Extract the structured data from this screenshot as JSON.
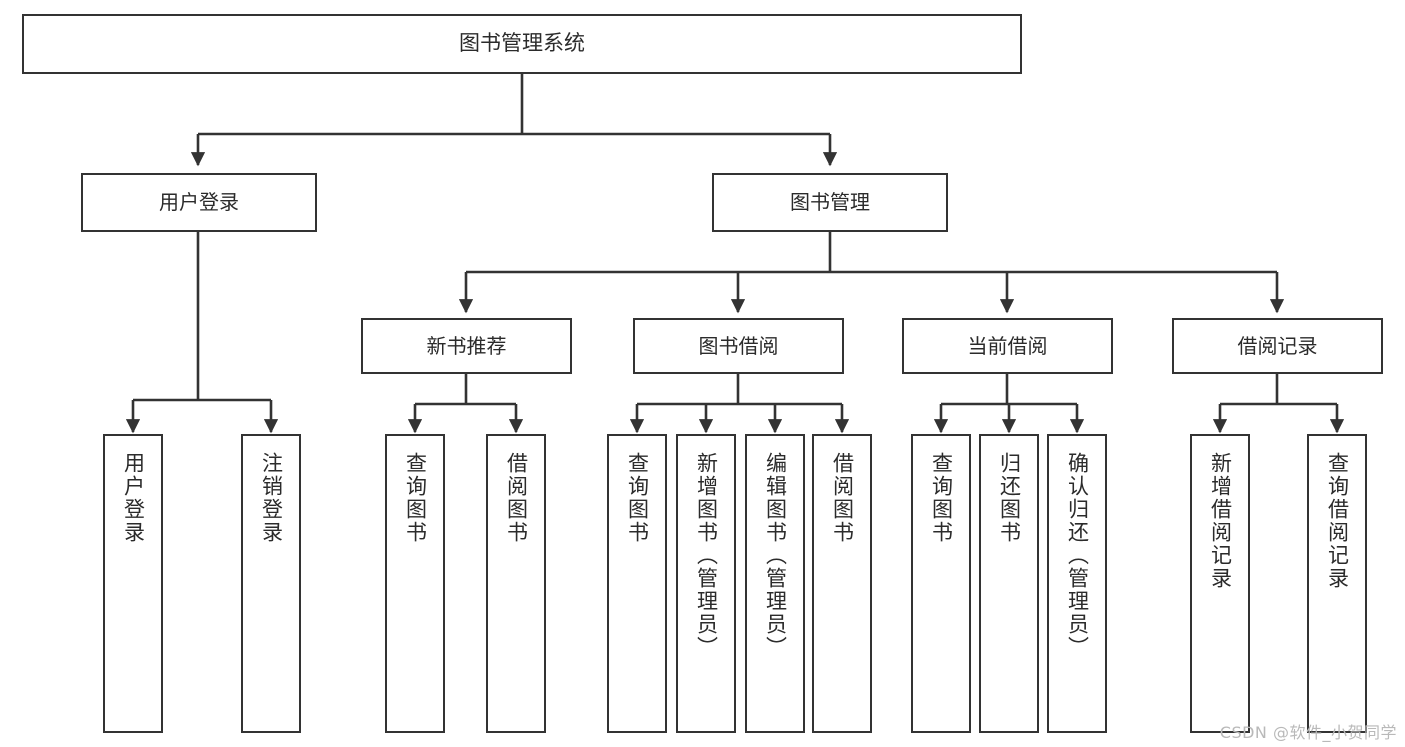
{
  "diagram": {
    "title": "图书管理系统",
    "type": "tree",
    "watermark": "CSDN @软件_小贺同学",
    "colors": {
      "box_border": "#333333",
      "box_fill": "#ffffff",
      "text": "#2b2b2b",
      "connector": "#333333",
      "watermark": "#b9b9b9",
      "background": "#ffffff"
    },
    "nodes": {
      "root": {
        "label": "图书管理系统",
        "level": 1
      },
      "user_login": {
        "label": "用户登录",
        "level": 2
      },
      "book_manage": {
        "label": "图书管理",
        "level": 2
      },
      "new_book_rec": {
        "label": "新书推荐",
        "level": 3
      },
      "book_borrow": {
        "label": "图书借阅",
        "level": 3
      },
      "current_borrow": {
        "label": "当前借阅",
        "level": 3
      },
      "borrow_record": {
        "label": "借阅记录",
        "level": 3
      },
      "leaf_user_login": {
        "label": "用户登录",
        "level": 4
      },
      "leaf_logout": {
        "label": "注销登录",
        "level": 4
      },
      "leaf_query_book_1": {
        "label": "查询图书",
        "level": 4
      },
      "leaf_borrow_book_1": {
        "label": "借阅图书",
        "level": 4
      },
      "leaf_query_book_2": {
        "label": "查询图书",
        "level": 4
      },
      "leaf_add_book": {
        "label": "新增图书（管理员）",
        "level": 4
      },
      "leaf_edit_book": {
        "label": "编辑图书（管理员）",
        "level": 4
      },
      "leaf_borrow_book_2": {
        "label": "借阅图书",
        "level": 4
      },
      "leaf_query_book_3": {
        "label": "查询图书",
        "level": 4
      },
      "leaf_return_book": {
        "label": "归还图书",
        "level": 4
      },
      "leaf_confirm_return": {
        "label": "确认归还（管理员）",
        "level": 4
      },
      "leaf_add_record": {
        "label": "新增借阅记录",
        "level": 4
      },
      "leaf_query_record": {
        "label": "查询借阅记录",
        "level": 4
      }
    },
    "edges": [
      {
        "from": "root",
        "to": "user_login"
      },
      {
        "from": "root",
        "to": "book_manage"
      },
      {
        "from": "user_login",
        "to": "leaf_user_login"
      },
      {
        "from": "user_login",
        "to": "leaf_logout"
      },
      {
        "from": "book_manage",
        "to": "new_book_rec"
      },
      {
        "from": "book_manage",
        "to": "book_borrow"
      },
      {
        "from": "book_manage",
        "to": "current_borrow"
      },
      {
        "from": "book_manage",
        "to": "borrow_record"
      },
      {
        "from": "new_book_rec",
        "to": "leaf_query_book_1"
      },
      {
        "from": "new_book_rec",
        "to": "leaf_borrow_book_1"
      },
      {
        "from": "book_borrow",
        "to": "leaf_query_book_2"
      },
      {
        "from": "book_borrow",
        "to": "leaf_add_book"
      },
      {
        "from": "book_borrow",
        "to": "leaf_edit_book"
      },
      {
        "from": "book_borrow",
        "to": "leaf_borrow_book_2"
      },
      {
        "from": "current_borrow",
        "to": "leaf_query_book_3"
      },
      {
        "from": "current_borrow",
        "to": "leaf_return_book"
      },
      {
        "from": "current_borrow",
        "to": "leaf_confirm_return"
      },
      {
        "from": "borrow_record",
        "to": "leaf_add_record"
      },
      {
        "from": "borrow_record",
        "to": "leaf_query_record"
      }
    ]
  }
}
